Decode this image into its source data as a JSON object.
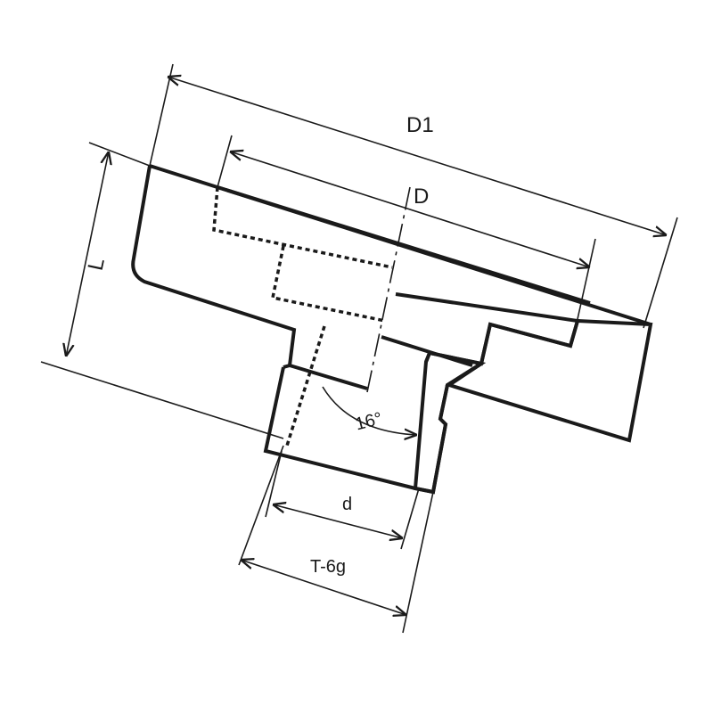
{
  "labels": {
    "D1": "D1",
    "D": "D",
    "L": "L",
    "angle": "16°",
    "d": "d",
    "thread": "T-6g"
  },
  "colors": {
    "line": "#1a1a1a",
    "background": "#ffffff"
  }
}
